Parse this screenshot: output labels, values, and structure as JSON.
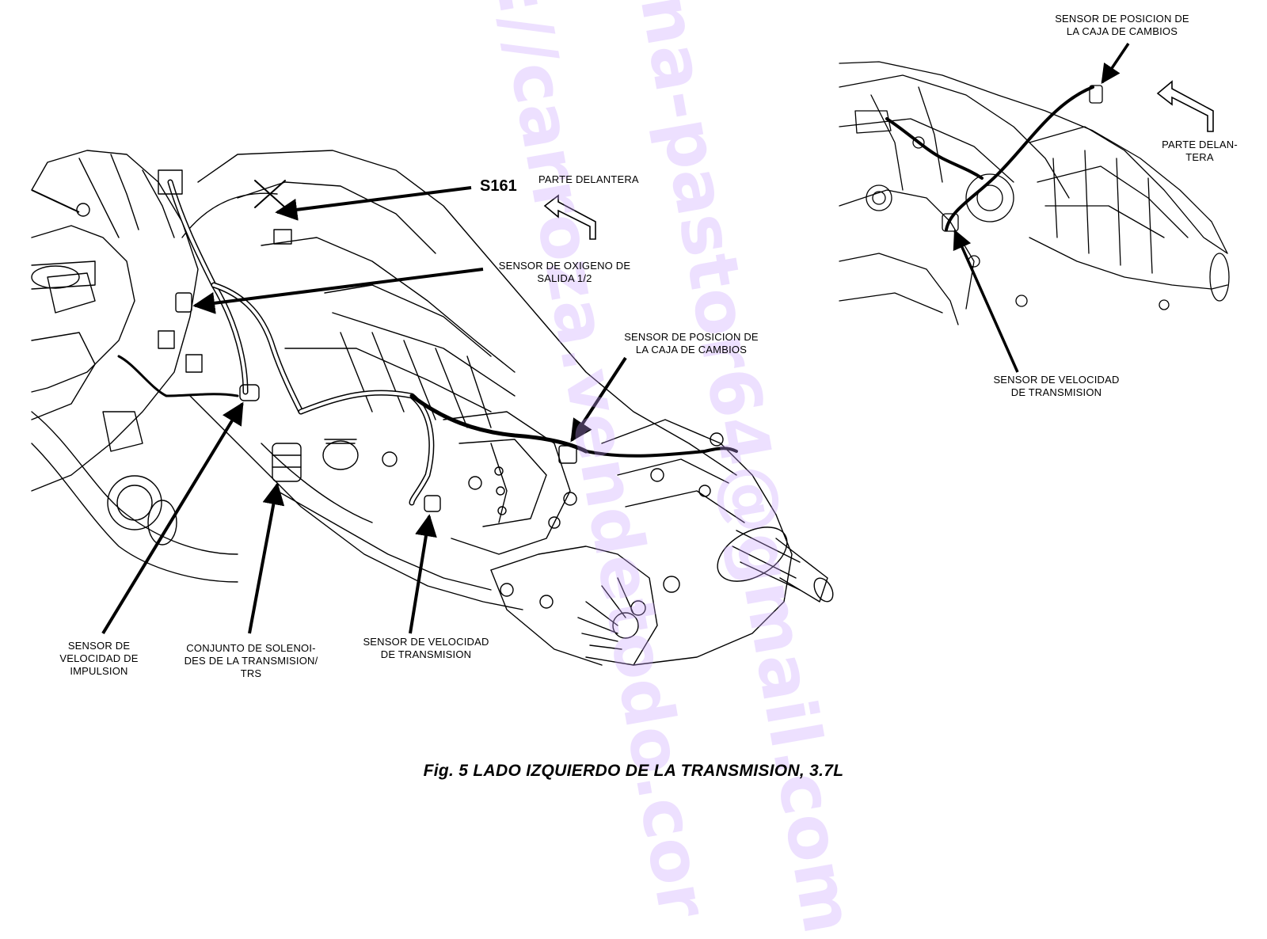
{
  "figure": {
    "caption": "Fig. 5 LADO IZQUIERDO DE LA TRANSMISION, 3.7L"
  },
  "main_view": {
    "callout_s161": "S161",
    "label_front": "PARTE DELANTERA",
    "label_oxygen_sensor": "SENSOR DE OXIGENO DE\nSALIDA 1/2",
    "label_range_sensor": "SENSOR DE POSICION DE\nLA CAJA DE CAMBIOS",
    "label_input_speed": "SENSOR DE\nVELOCIDAD DE\nIMPULSION",
    "label_solenoid_assembly": "CONJUNTO DE SOLENOI-\nDES DE LA TRANSMISION/\nTRS",
    "label_output_speed": "SENSOR DE VELOCIDAD\nDE TRANSMISION"
  },
  "inset_view": {
    "label_range_sensor": "SENSOR DE POSICION DE\nLA CAJA DE CAMBIOS",
    "label_front": "PARTE DELAN-\nTERA",
    "label_output_speed": "SENSOR DE VELOCIDAD\nDE TRANSMISION"
  },
  "watermark": {
    "lines": [
      "://carroza.vendetodo.cor",
      "na-pastor64@gmail.com"
    ],
    "color": "#c8a0ff"
  }
}
